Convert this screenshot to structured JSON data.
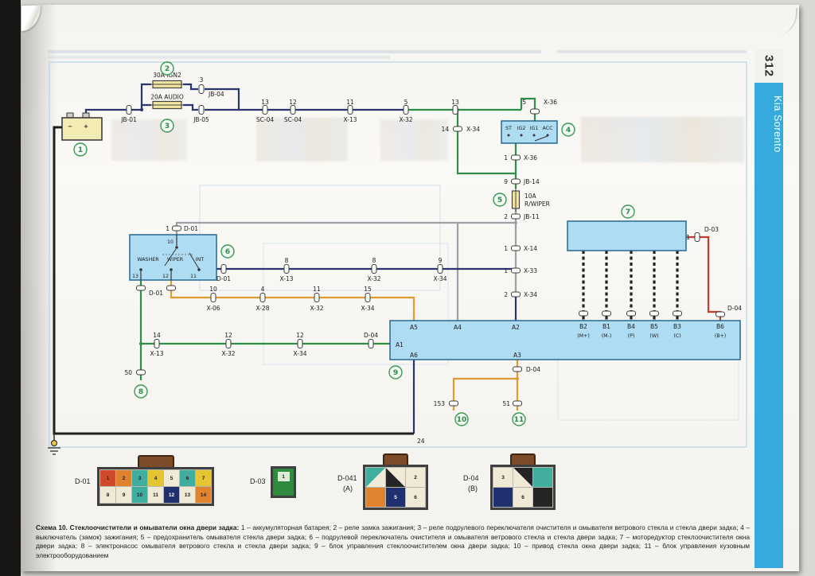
{
  "page": {
    "number": "312",
    "brand": "Kia Sorento"
  },
  "colors": {
    "wire_dark": "#2a3570",
    "wire_green": "#2f8f46",
    "wire_orange": "#e09a32",
    "wire_gray": "#9aa0a8",
    "wire_red": "#c63b30",
    "wire_black": "#1f1f1f",
    "block_fill": "#aedcf2",
    "block_stroke": "#27688f",
    "fuse_fill": "#f2e5a0",
    "sidebar_blue": "#36a9dd",
    "callout_green": "#3a9a55"
  },
  "caption": {
    "title": "Схема 10. Стеклоочистители и омыватели окна двери задка:",
    "body": "1 – аккумуляторная батарея; 2 – реле замка зажигания; 3 – реле подрулевого переключателя очистителя и омывателя ветрового стекла и стекла двери задка; 4 – выключатель (замок) зажигания; 5 – предохранитель омывателя стекла двери задка; 6 – подрулевой переключатель очистителя и омывателя ветрового стекла и стекла двери задка; 7 – моторедуктор стеклоочистителя окна двери задка; 8 – электронасос омывателя ветрового стекла и стекла двери задка; 9 – блок управления стеклоочистителем окна двери задка; 10 – привод стекла окна двери задка; 11 – блок управления кузовным электрооборудованием"
  },
  "callouts": {
    "c1": "1",
    "c2": "2",
    "c3": "3",
    "c4": "4",
    "c5": "5",
    "c6": "6",
    "c7": "7",
    "c8": "8",
    "c9": "9",
    "c10": "10",
    "c11": "11"
  },
  "battery": {
    "minus": "−",
    "plus": "+"
  },
  "fuses": {
    "f2": "30A IGN2",
    "f3": "20A AUDIO",
    "f5_amp": "10A",
    "f5_name": "R/WIPER"
  },
  "ignition": {
    "st": "ST",
    "ig2": "IG2",
    "ig1": "IG1",
    "acc": "ACC"
  },
  "switch6": {
    "washer": "WASHER",
    "wiper": "WIPER",
    "int": "INT",
    "p10": "10",
    "p13": "13",
    "p12": "12",
    "p11": "11"
  },
  "block9": {
    "a5": "A5",
    "a4": "A4",
    "a2": "A2",
    "a1": "A1",
    "a6": "A6",
    "a3": "A3",
    "b2": "B2",
    "b2s": "(M+)",
    "b1": "B1",
    "b1s": "(M-)",
    "b4": "B4",
    "b4s": "(P)",
    "b5": "B5",
    "b5s": "(W)",
    "b3": "B3",
    "b3s": "(C)",
    "b6": "B6",
    "b6s": "(B+)"
  },
  "nodes": {
    "jb01": "JB-01",
    "jb04_n": "3",
    "jb04": "JB-04",
    "jb05": "JB-05",
    "sc04a_n": "13",
    "sc04a": "SC-04",
    "sc04b_n": "12",
    "sc04b": "SC-04",
    "x13a_n": "11",
    "x13a": "X-13",
    "x32a_n": "5",
    "x32a": "X-32",
    "n13b": "13",
    "x34g_n": "14",
    "x34g": "X-34",
    "x36t_n": "5",
    "x36t": "X-36",
    "x36b_n": "1",
    "x36b": "X-36",
    "jb14_n": "9",
    "jb14": "JB-14",
    "jb11_n": "2",
    "jb11": "JB-11",
    "x14_n": "1",
    "x14": "X-14",
    "x33_n": "1",
    "x33": "X-33",
    "x34m_n": "2",
    "x34m": "X-34",
    "d01t_n": "1",
    "d01t": "D-01",
    "d01r": "D-01",
    "d01b": "D-01",
    "x13b_n": "8",
    "x13b": "X-13",
    "x32b_n": "8",
    "x32b": "X-32",
    "x34b_n": "9",
    "x34b": "X-34",
    "x06_n": "10",
    "x06": "X-06",
    "x28_n": "4",
    "x28": "X-28",
    "x32c_n": "11",
    "x32c": "X-32",
    "x34c_n": "15",
    "x34c": "X-34",
    "x13c_n": "14",
    "x13c": "X-13",
    "x32d_n": "12",
    "x32d": "X-32",
    "x34d_n": "12",
    "x34d": "X-34",
    "d04a": "D-04",
    "d04m": "D-04",
    "d04r": "D-04",
    "d03r_n": "1",
    "d03r": "D-03",
    "n50": "50",
    "n24": "24",
    "n153": "153",
    "n51": "51"
  },
  "pinout": {
    "d01": {
      "label": "D-01",
      "row1": [
        "1",
        "2",
        "3",
        "4",
        "5",
        "6",
        "7"
      ],
      "row2": [
        "8",
        "9",
        "10",
        "11",
        "12",
        "13",
        "14"
      ]
    },
    "d03": {
      "label": "D-03",
      "pin": "1"
    },
    "d041": {
      "label": "D-041",
      "sub": "(A)",
      "r1": [
        "",
        "",
        "2"
      ],
      "r2": [
        "",
        "5",
        "6"
      ]
    },
    "d04": {
      "label": "D-04",
      "sub": "(B)",
      "r1": [
        "3",
        "",
        ""
      ],
      "r2": [
        "",
        "6",
        ""
      ]
    }
  }
}
